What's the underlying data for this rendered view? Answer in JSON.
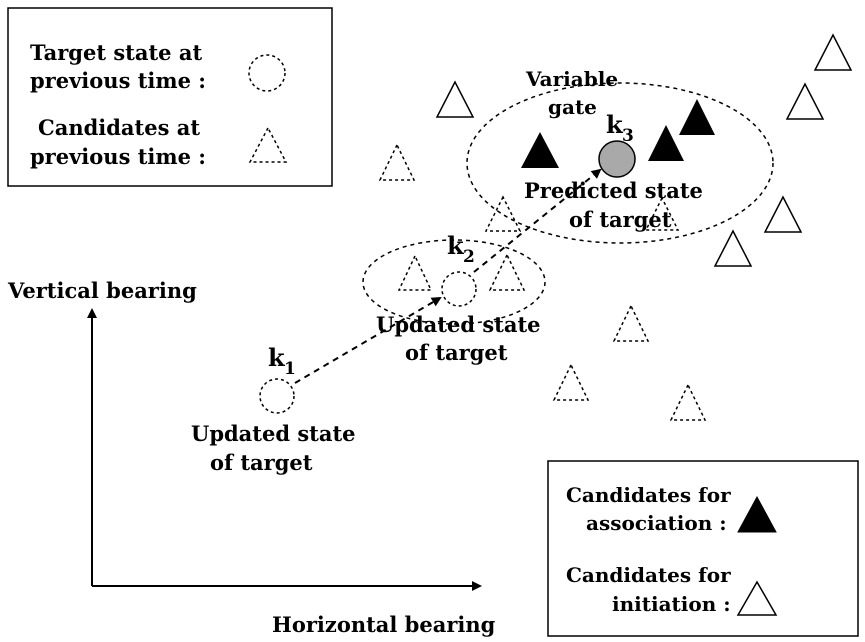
{
  "legend_top": {
    "target_label_line1": "Target state at",
    "target_label_line2": "previous time :",
    "candidates_label_line1": "Candidates at",
    "candidates_label_line2": "previous time :"
  },
  "legend_bottom": {
    "association_label_line1": "Candidates for",
    "association_label_line2": "association :",
    "initiation_label_line1": "Candidates for",
    "initiation_label_line2": "initiation :"
  },
  "axes": {
    "vertical_label": "Vertical bearing",
    "horizontal_label": "Horizontal bearing"
  },
  "gate": {
    "line1": "Variable",
    "line2": "gate"
  },
  "states": {
    "k1": {
      "subscript": "1",
      "line1": "Updated state",
      "line2": "of target"
    },
    "k2": {
      "subscript": "2",
      "line1": "Updated state",
      "line2": "of target"
    },
    "k3": {
      "subscript": "3",
      "line1": "Predicted state",
      "line2": "of target"
    }
  },
  "k_letter": "k",
  "colors": {
    "predicted_fill": "#a9a9a9",
    "association_fill": "#000000",
    "line": "#000000",
    "background": "#ffffff"
  }
}
